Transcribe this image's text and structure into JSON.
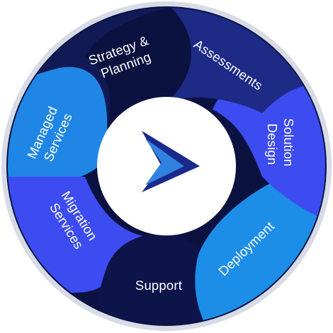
{
  "diagram": {
    "type": "cycle",
    "segments": [
      {
        "id": "strategy",
        "lines": [
          "Strategy &",
          "Planning"
        ],
        "color": "#111a55"
      },
      {
        "id": "assessments",
        "lines": [
          "Assessments"
        ],
        "color": "#1d2a86"
      },
      {
        "id": "solution-design",
        "lines": [
          "Solution",
          "Design"
        ],
        "color": "#3d4cf0"
      },
      {
        "id": "deployment",
        "lines": [
          "Deployment"
        ],
        "color": "#1d8ee8"
      },
      {
        "id": "support",
        "lines": [
          "Support"
        ],
        "color": "#0d144a"
      },
      {
        "id": "migration",
        "lines": [
          "Migration",
          "Services"
        ],
        "color": "#3d4cf0"
      },
      {
        "id": "managed",
        "lines": [
          "Managed",
          "Services"
        ],
        "color": "#1f86e6"
      }
    ],
    "colors": {
      "outer_ring": "#0b1240",
      "rim": "#d7dbe6",
      "center": "#ffffff",
      "chevron_dark": "#1a2a8c",
      "chevron_light": "#2f82e0"
    },
    "center_icon": "double-chevron-right-icon"
  }
}
